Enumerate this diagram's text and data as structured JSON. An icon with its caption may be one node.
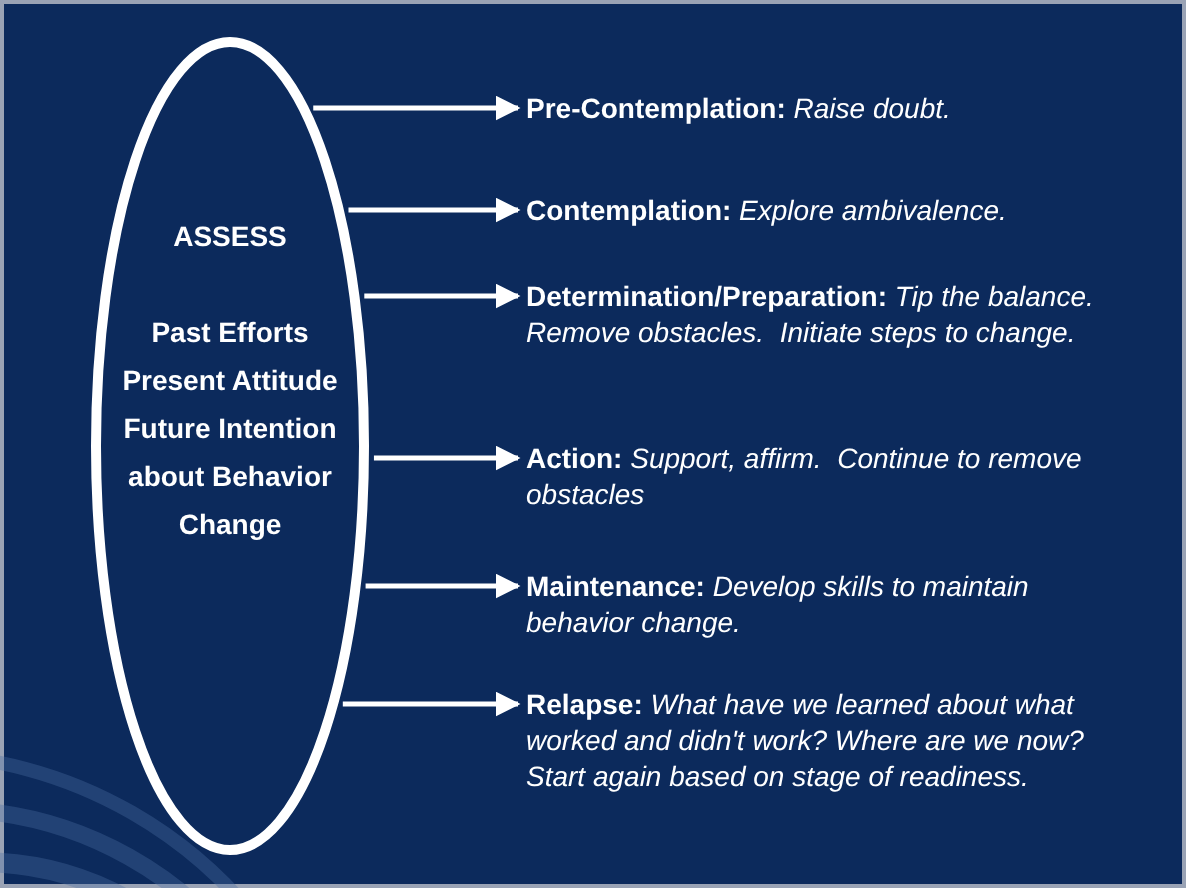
{
  "diagram": {
    "nodes": [
      {
        "text": [
          "ASSESS",
          "Past Efforts Present Attitude Future Intention about Behavior Change"
        ]
      },
      {
        "text": [
          "**Pre-Contemplation:** *Raise doubt.*"
        ]
      },
      {
        "text": [
          "**Contemplation:** *Explore ambivalence.*"
        ]
      },
      {
        "text": [
          "**Determination/Preparation:** *Tip the balance.  Remove obstacles.  Initiate steps to change.*"
        ]
      },
      {
        "text": [
          "**Action:** *Support, affirm.  Continue to remove obstacles*"
        ]
      },
      {
        "text": [
          "**Maintenance:** *Develop skills to maintain behavior change.*"
        ]
      },
      {
        "text": [
          "**Relapse:** *What have we learned about what worked and didn't work? Where are we now?  Start again based on stage of readiness.*"
        ]
      }
    ],
    "edges": [
      {
        "from": 0,
        "to": 1,
        "arrow": "to"
      },
      {
        "from": 0,
        "to": 2,
        "arrow": "to"
      },
      {
        "from": 0,
        "to": 3,
        "arrow": "to"
      },
      {
        "from": 0,
        "to": 4,
        "arrow": "to"
      },
      {
        "from": 0,
        "to": 5,
        "arrow": "to"
      },
      {
        "from": 0,
        "to": 6,
        "arrow": "to"
      }
    ]
  }
}
